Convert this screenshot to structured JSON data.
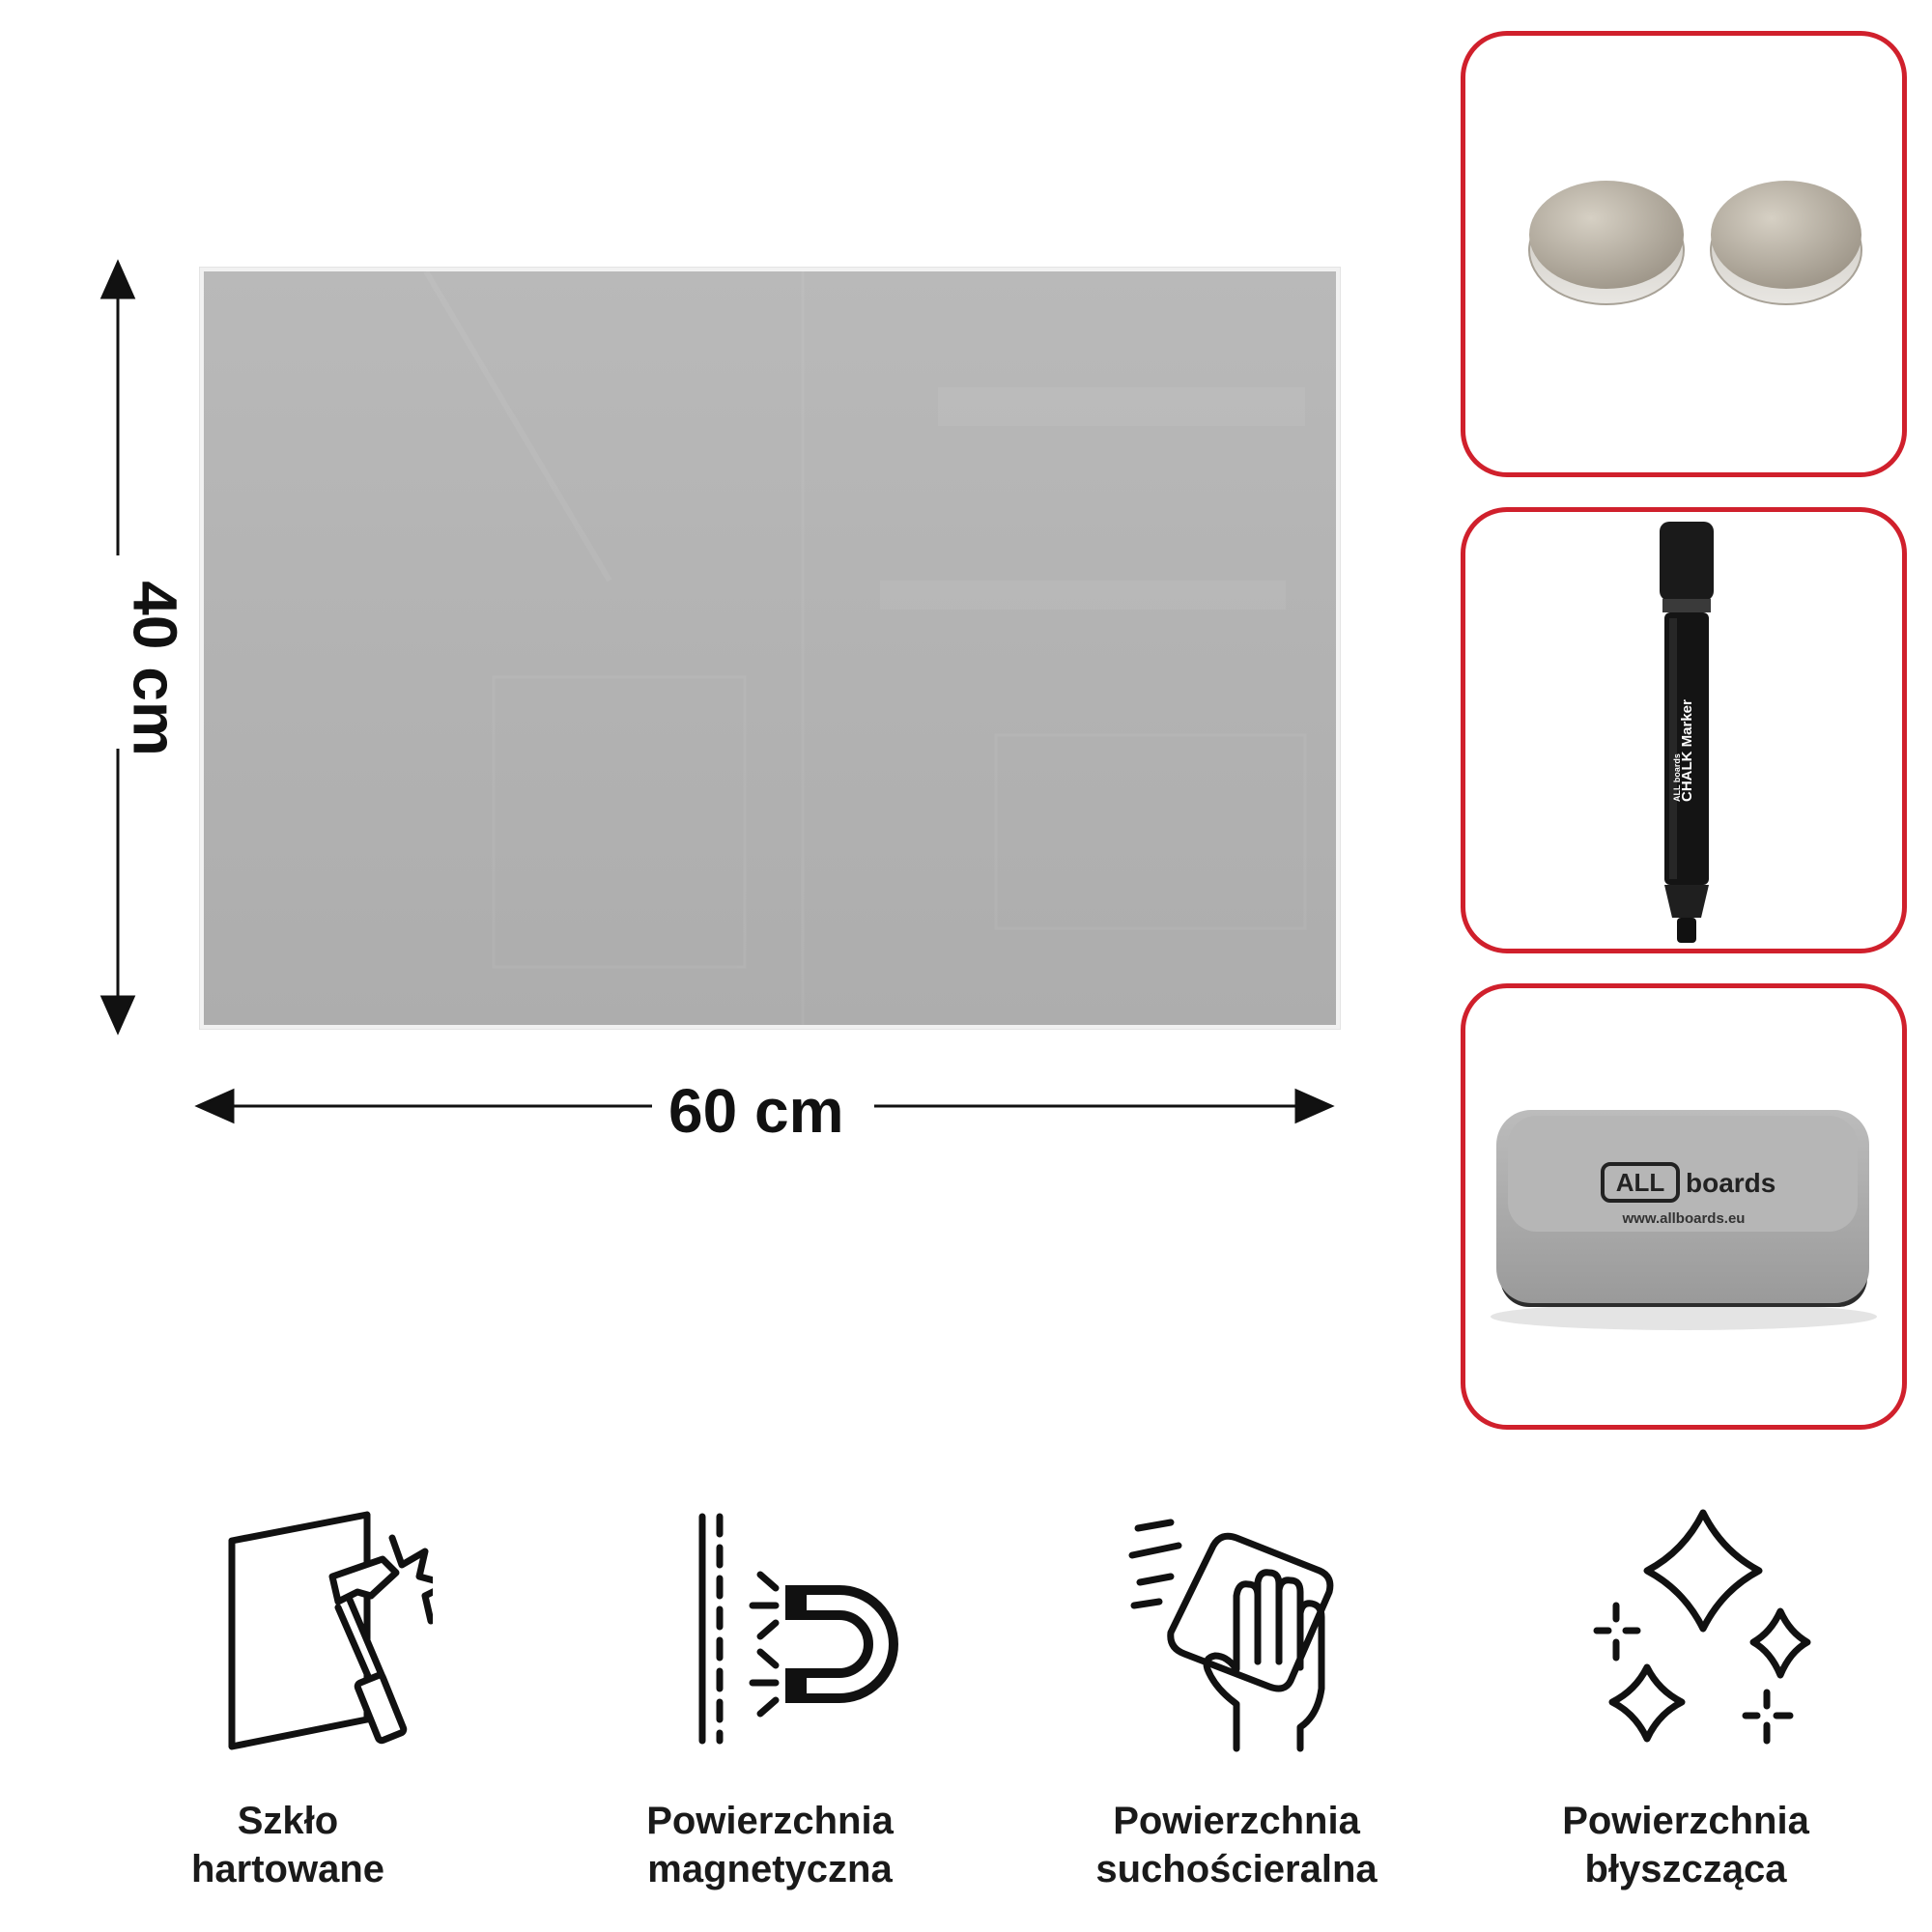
{
  "board": {
    "width_label": "60 cm",
    "height_label": "40 cm"
  },
  "accessories": {
    "marker_brand": "ALL boards",
    "marker_text": "CHALK Marker",
    "eraser_logo_box": "ALL",
    "eraser_logo_text": "boards",
    "eraser_url": "www.allboards.eu"
  },
  "features": [
    {
      "label": "Szkło\nhartowane",
      "icon": "hammer-glass-icon"
    },
    {
      "label": "Powierzchnia\nmagnetyczna",
      "icon": "magnet-icon"
    },
    {
      "label": "Powierzchnia\nsuchościeralna",
      "icon": "wipe-hand-icon"
    },
    {
      "label": "Powierzchnia\nbłyszcząca",
      "icon": "sparkle-icon"
    }
  ],
  "colors": {
    "accent_border": "#d0202c",
    "board_surface": "#b4b4b4"
  }
}
